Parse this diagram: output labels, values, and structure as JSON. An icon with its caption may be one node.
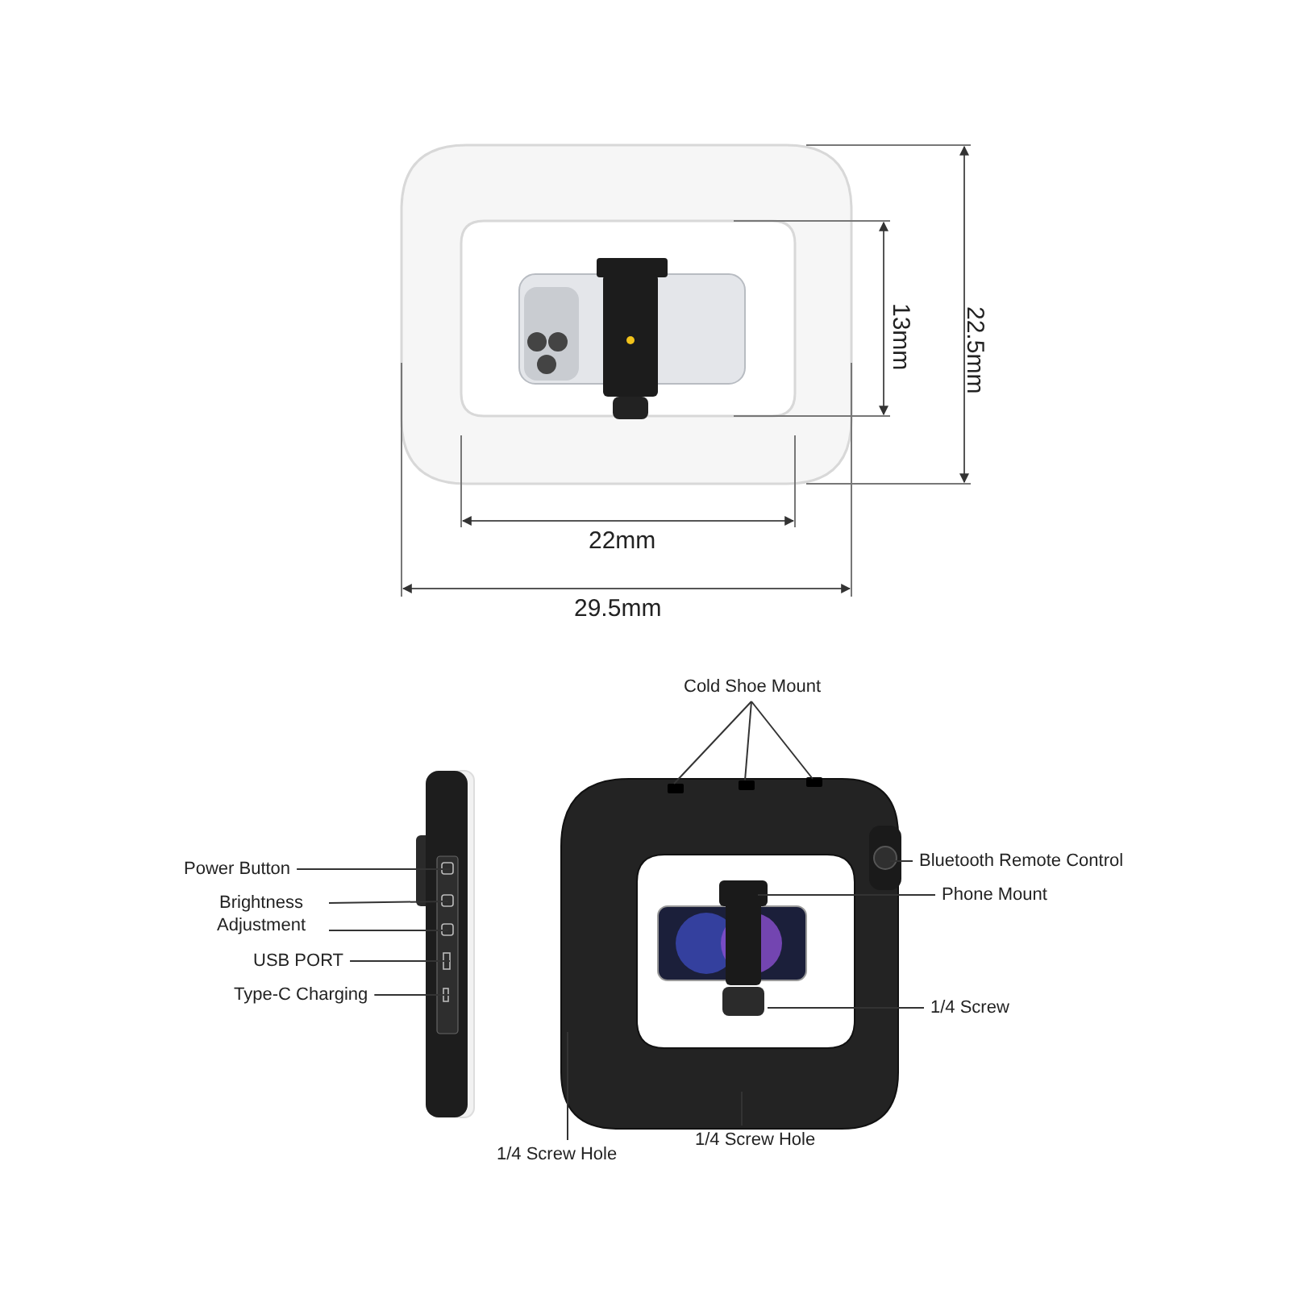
{
  "diagram": {
    "nodes": [
      {
        "text": [
          "Cold Shoe Mount"
        ]
      },
      {
        "text": [
          "Power Button"
        ]
      },
      {
        "text": [
          "Brightness Adjustment"
        ]
      },
      {
        "text": [
          "USB PORT"
        ]
      },
      {
        "text": [
          "Type-C Charging"
        ]
      },
      {
        "text": [
          "Bluetooth Remote Control"
        ]
      },
      {
        "text": [
          "Phone Mount"
        ]
      },
      {
        "text": [
          "1/4 Screw"
        ]
      },
      {
        "text": [
          "1/4 Screw Hole"
        ]
      },
      {
        "text": [
          "1/4 Screw Hole"
        ]
      },
      {
        "text": [],
        "shape": "picture"
      },
      {
        "text": [],
        "shape": "picture"
      }
    ],
    "edges": [
      {
        "from": 0,
        "to": 11,
        "arrow": "none"
      },
      {
        "from": 0,
        "to": 11,
        "arrow": "none"
      },
      {
        "from": 0,
        "to": 11,
        "arrow": "none"
      },
      {
        "from": 1,
        "to": 10,
        "arrow": "none"
      },
      {
        "from": 2,
        "to": 10,
        "arrow": "none"
      },
      {
        "from": 2,
        "to": 10,
        "arrow": "none"
      },
      {
        "from": 3,
        "to": 10,
        "arrow": "none"
      },
      {
        "from": 4,
        "to": 10,
        "arrow": "none"
      },
      {
        "from": 5,
        "to": 11,
        "arrow": "none"
      },
      {
        "from": 6,
        "to": 11,
        "arrow": "none"
      },
      {
        "from": 7,
        "to": 11,
        "arrow": "none"
      },
      {
        "from": 8,
        "to": 11,
        "arrow": "none"
      },
      {
        "from": 9,
        "to": 11,
        "arrow": "none"
      }
    ],
    "labels": [
      "13mm",
      "22.5mm",
      "22mm",
      "29.5mm"
    ]
  }
}
